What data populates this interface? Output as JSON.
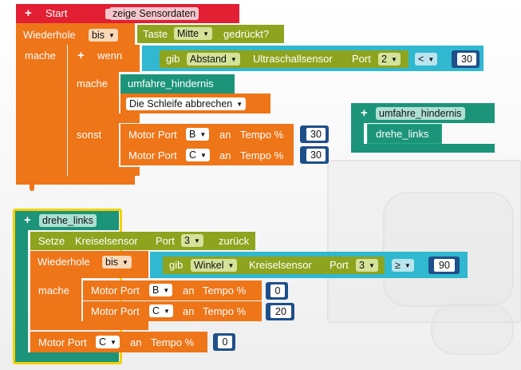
{
  "start_block": {
    "start_label": "Start",
    "proc_name": "zeige Sensordaten"
  },
  "repeat_outer": {
    "label": "Wiederhole",
    "mode": "bis",
    "do_label": "mache"
  },
  "button_cond": {
    "label_taste": "Taste",
    "button_value": "Mitte",
    "label_pressed": "gedrückt?"
  },
  "if_block": {
    "if_label": "wenn",
    "do_label": "mache",
    "else_label": "sonst",
    "cond": {
      "gib": "gib",
      "reading": "Abstand",
      "sensor": "Ultraschallsensor",
      "port_label": "Port",
      "port": "2",
      "op": "<",
      "value": "30"
    },
    "call": "umfahre_hindernis",
    "break_label": "Die Schleife abbrechen",
    "motor1": {
      "label": "Motor Port",
      "port": "B",
      "an": "an",
      "tempo": "Tempo %",
      "speed": "30"
    },
    "motor2": {
      "label": "Motor Port",
      "port": "C",
      "an": "an",
      "tempo": "Tempo %",
      "speed": "30"
    }
  },
  "proc_umfahre": {
    "name": "umfahre_hindernis",
    "call": "drehe_links"
  },
  "proc_drehe": {
    "name": "drehe_links",
    "reset": {
      "setze": "Setze",
      "sensor": "Kreiselsensor",
      "port_label": "Port",
      "port": "3",
      "zurueck": "zurück"
    },
    "repeat": {
      "label": "Wiederhole",
      "mode": "bis",
      "do_label": "mache"
    },
    "cond": {
      "gib": "gib",
      "reading": "Winkel",
      "sensor": "Kreiselsensor",
      "port_label": "Port",
      "port": "3",
      "op": "≥",
      "value": "90"
    },
    "motor1": {
      "label": "Motor Port",
      "port": "B",
      "an": "an",
      "tempo": "Tempo %",
      "speed": "0"
    },
    "motor2": {
      "label": "Motor Port",
      "port": "C",
      "an": "an",
      "tempo": "Tempo %",
      "speed": "20"
    },
    "motor3": {
      "label": "Motor Port",
      "port": "C",
      "an": "an",
      "tempo": "Tempo %",
      "speed": "0"
    }
  },
  "colors": {
    "orange": "#ee7518",
    "olive": "#8ea41e",
    "teal": "#1c9479",
    "cyan": "#2fb8cf",
    "navy": "#1f4f8a",
    "red": "#e21f33",
    "highlight": "#f4d100"
  },
  "icons": {
    "mutator": "plus-icon",
    "dropdown": "triangle-down-icon"
  }
}
